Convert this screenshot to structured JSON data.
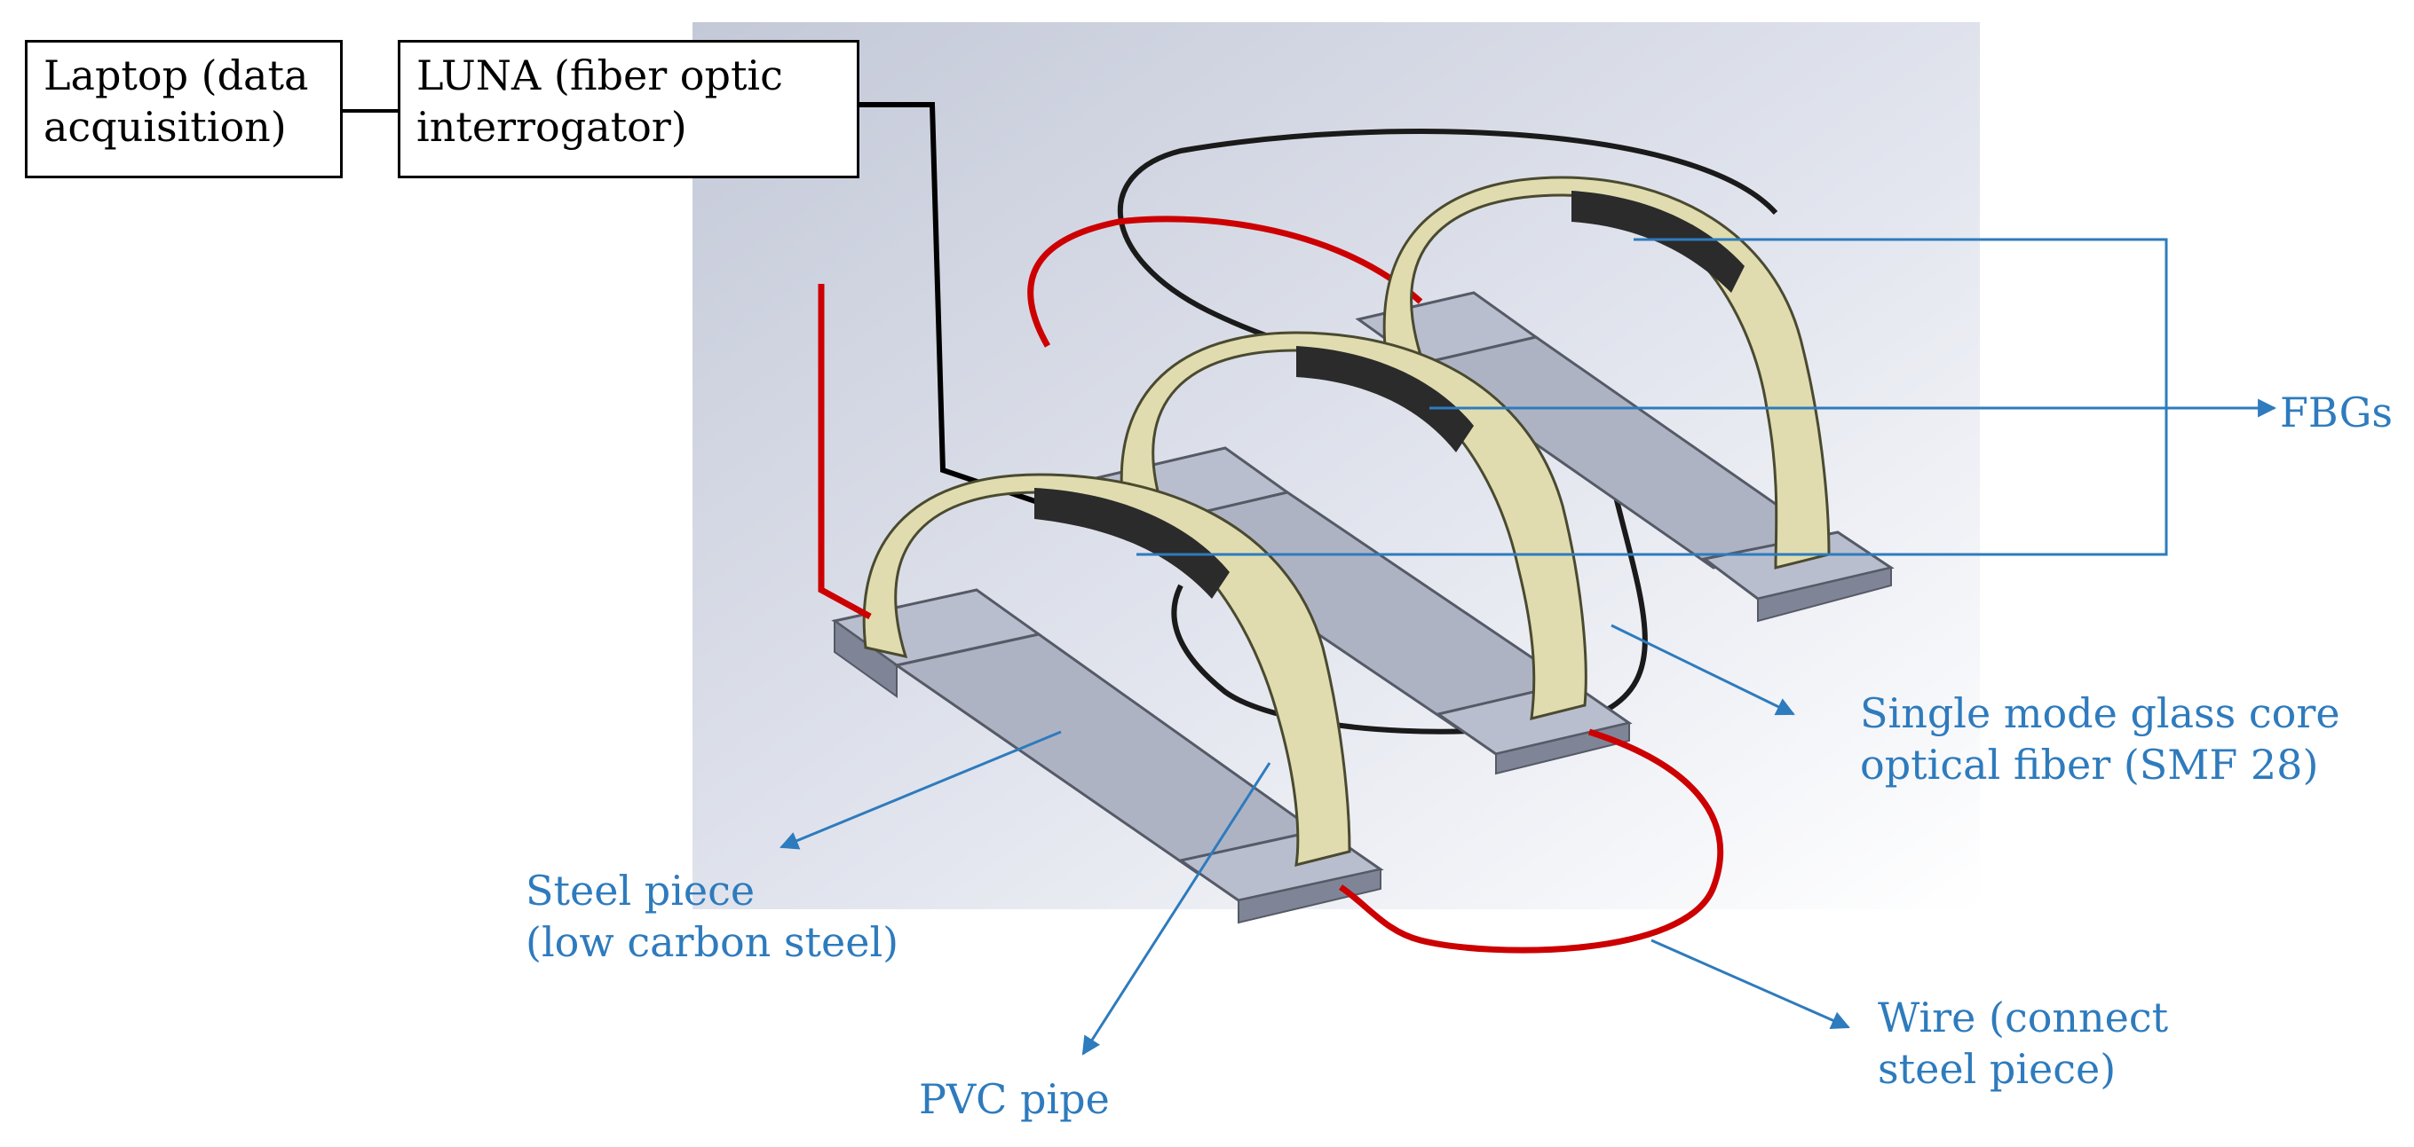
{
  "boxes": {
    "laptop": {
      "line1": "Laptop (data",
      "line2": "acquisition)"
    },
    "luna": {
      "line1": "LUNA (fiber optic",
      "line2": "interrogator)"
    }
  },
  "labels": {
    "fbgs": "FBGs",
    "fiber": {
      "line1": "Single mode glass core",
      "line2": "optical fiber (SMF 28)"
    },
    "steel": {
      "line1": "Steel piece",
      "line2": "(low carbon steel)"
    },
    "pvc": "PVC pipe",
    "wire": {
      "line1": "Wire (connect",
      "line2": "steel piece)"
    }
  },
  "colors": {
    "annotation": "#2e7bbd",
    "wire": "#cc0000",
    "fiber": "#1a1a1a",
    "pipe": "#e0dcb0",
    "pipe_edge": "#4a4a30",
    "plate": "#b9bece",
    "plate_edge": "#555a66",
    "sensor": "#2b2b2b"
  }
}
